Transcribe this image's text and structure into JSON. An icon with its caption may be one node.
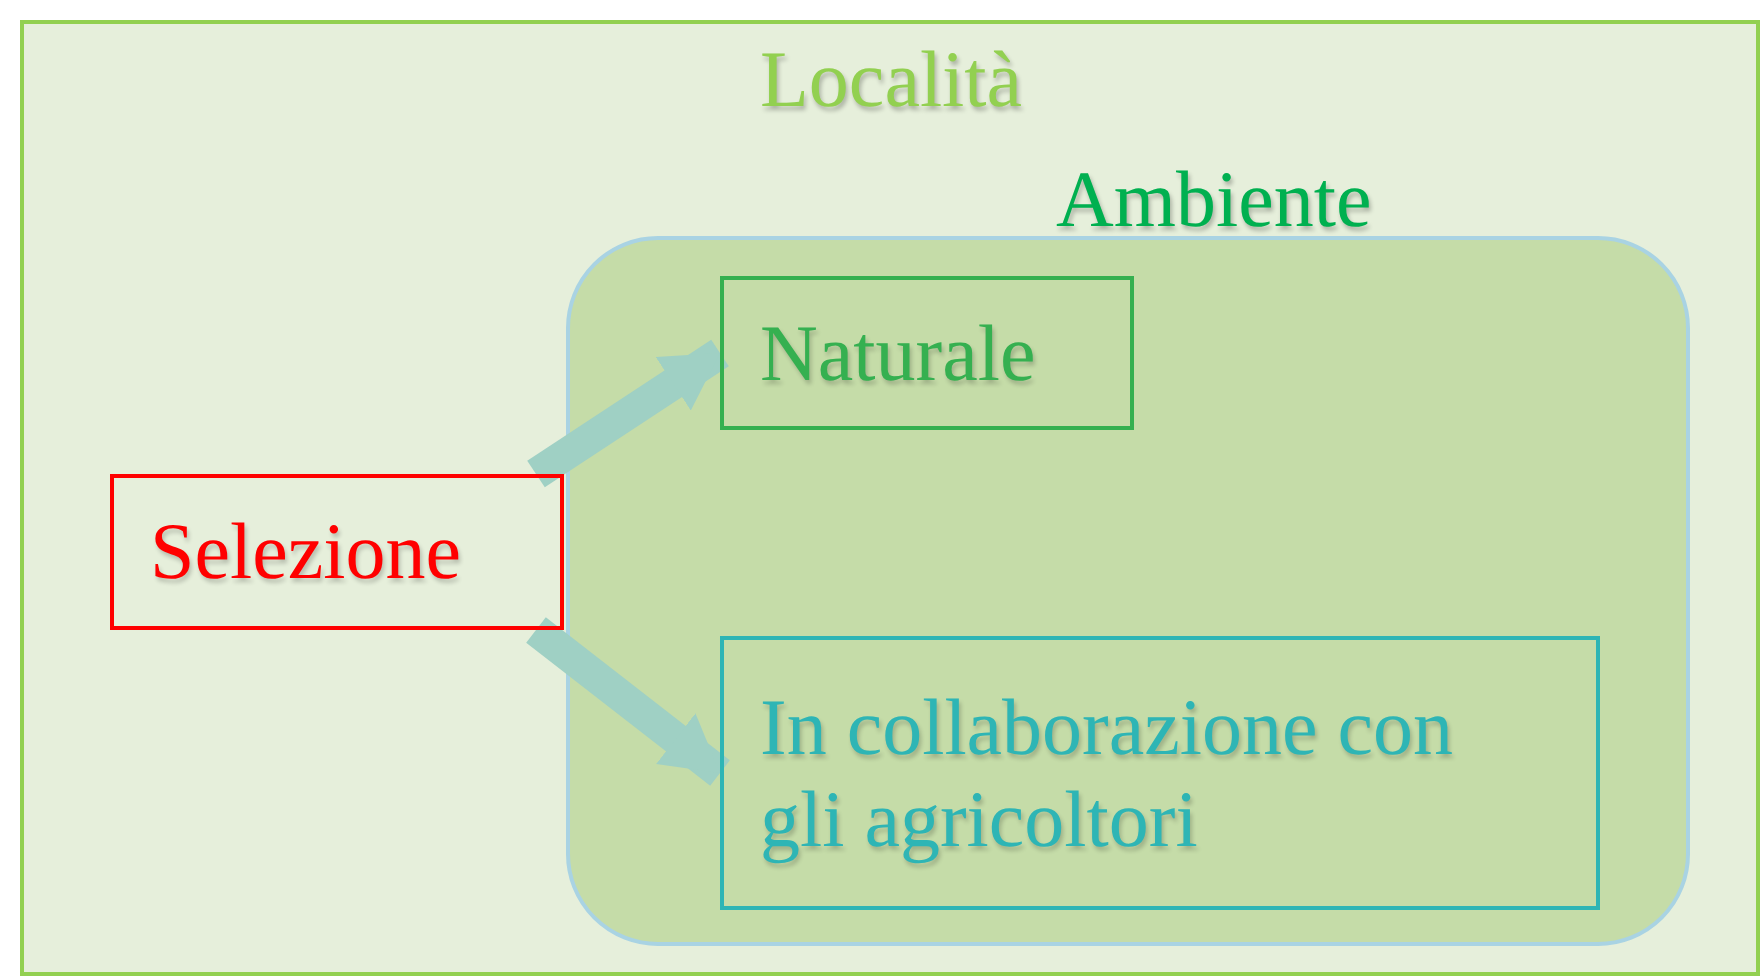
{
  "diagram": {
    "nodes": [
      {
        "text": [
          "Località"
        ]
      },
      {
        "text": [
          "Ambiente"
        ],
        "in": 0
      },
      {
        "text": [
          "Naturale"
        ],
        "in": 1
      },
      {
        "text": [
          "In collaborazione con gli agricoltori"
        ],
        "in": 1
      },
      {
        "text": [
          "Selezione"
        ],
        "in": 0
      }
    ],
    "edges": [
      {
        "from": 4,
        "to": 2,
        "arrow": "to"
      },
      {
        "from": 4,
        "to": 3,
        "arrow": "to"
      }
    ]
  }
}
